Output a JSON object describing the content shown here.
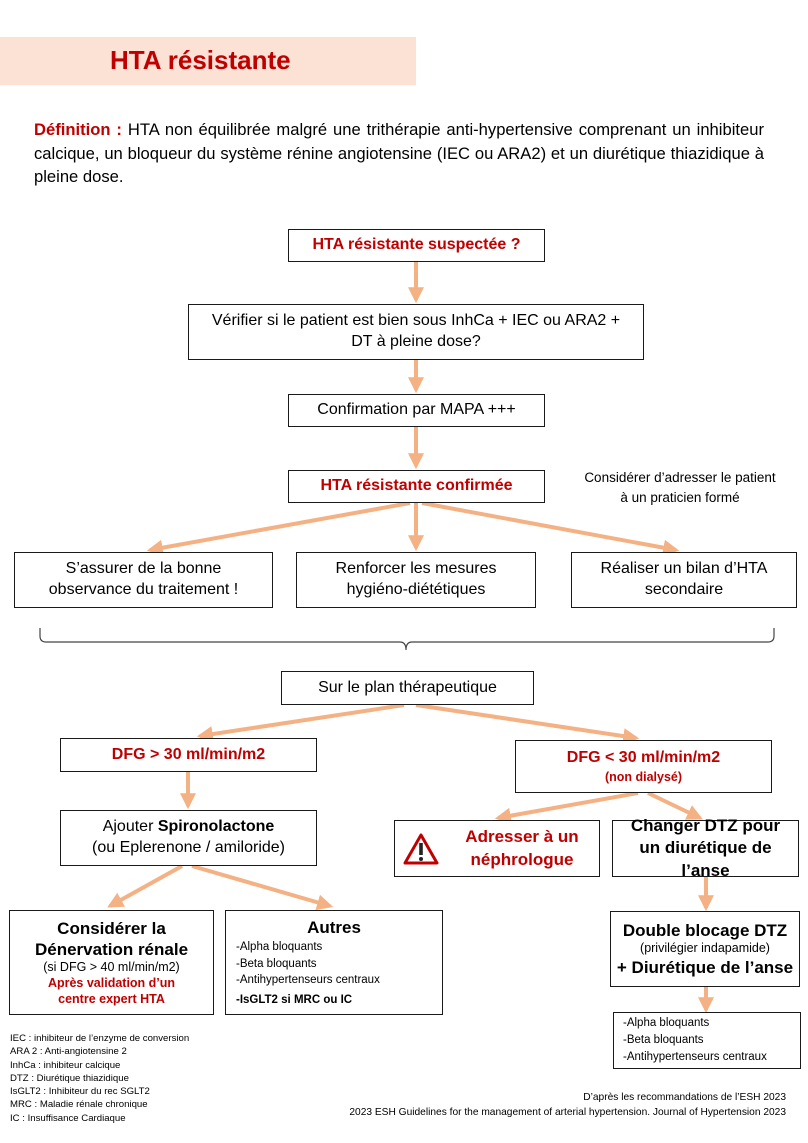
{
  "title": "HTA résistante",
  "definition": {
    "label": "Définition :",
    "text": "HTA non équilibrée malgré une trithérapie anti-hypertensive comprenant un inhibiteur calcique, un bloqueur du système rénine angiotensine (IEC ou ARA2) et un diurétique thiazidique à pleine dose."
  },
  "flow": {
    "suspected": "HTA résistante suspectée ?",
    "verify": "Vérifier si le patient est bien sous InhCa + IEC ou ARA2 + DT à pleine dose?",
    "confirm_mapa": "Confirmation par MAPA +++",
    "confirmed": "HTA résistante confirmée",
    "side_note": "Considérer d’adresser le patient à un praticien formé",
    "observance": "S’assurer de la bonne observance du traitement !",
    "hygiene": "Renforcer les mesures hygiéno-diététiques",
    "bilan": "Réaliser un bilan d’HTA secondaire",
    "therapeutic": "Sur le plan thérapeutique",
    "dfg_high": "DFG > 30 ml/min/m2",
    "dfg_low": "DFG < 30 ml/min/m2",
    "dfg_low_sub": "(non dialysé)",
    "spiro_prefix": "Ajouter ",
    "spiro_bold": "Spironolactone",
    "spiro_sub": "(ou Eplerenone / amiloride)",
    "nephro_line1": "Adresser à un",
    "nephro_line2": "néphrologue",
    "change_dtz": "Changer DTZ pour un diurétique de l’anse",
    "denerv_title1": "Considérer la",
    "denerv_title2": "Dénervation rénale",
    "denerv_cond": "(si DFG > 40 ml/min/m2)",
    "denerv_note": "Après validation d’un centre expert HTA",
    "autres_title": "Autres",
    "autres_items": [
      "-Alpha bloquants",
      "-Beta bloquants",
      "-Antihypertenseurs centraux"
    ],
    "autres_extra": "-IsGLT2 si MRC ou IC",
    "double_title": "Double blocage DTZ",
    "double_sub": "(privilégier indapamide)",
    "double_plus": "+ Diurétique de l’anse",
    "final_items": [
      "-Alpha bloquants",
      "-Beta bloquants",
      "-Antihypertenseurs centraux"
    ]
  },
  "legend": [
    "IEC : inhibiteur de l’enzyme de conversion",
    "ARA 2 : Anti-angiotensine 2",
    "InhCa : inhibiteur calcique",
    "DTZ : Diurétique thiazidique",
    "IsGLT2 : Inhibiteur du rec SGLT2",
    "MRC : Maladie rénale chronique",
    "IC : Insuffisance Cardiaque"
  ],
  "source": [
    "D’après les recommandations de l’ESH 2023",
    "2023 ESH Guidelines for the management of arterial hypertension. Journal of Hypertension 2023"
  ],
  "colors": {
    "accent_red": "#c00000",
    "arrow": "#f4b183",
    "title_band": "#fbe2d5"
  }
}
